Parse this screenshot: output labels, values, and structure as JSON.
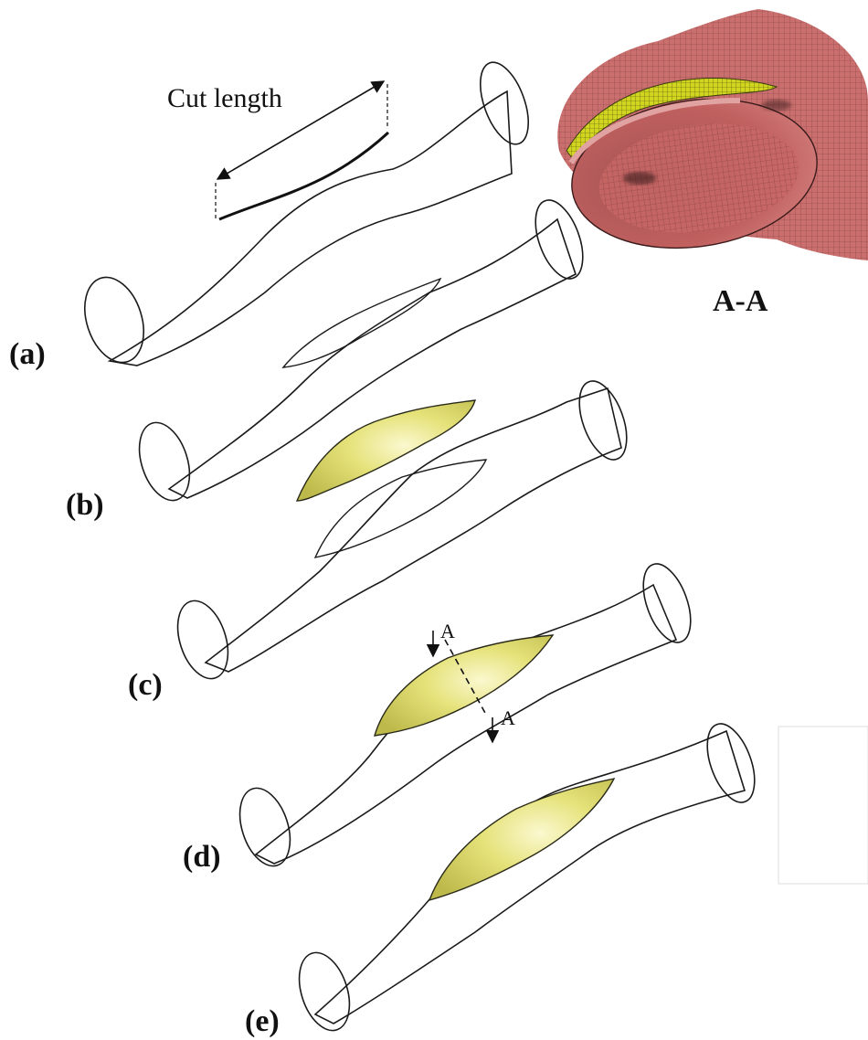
{
  "figure": {
    "cut_length_label": "Cut length",
    "section_marker": "A",
    "section_title": "A-A",
    "panels": [
      {
        "id": "a",
        "label": "(a)"
      },
      {
        "id": "b",
        "label": "(b)"
      },
      {
        "id": "c",
        "label": "(c)"
      },
      {
        "id": "d",
        "label": "(d)"
      },
      {
        "id": "e",
        "label": "(e)"
      }
    ]
  },
  "colors": {
    "vessel": "#d9706e",
    "vessel_dark": "#b5504f",
    "plaque": "#e9e57a",
    "mesh_yellow": "#cfd11e",
    "outline": "#1a1a1a"
  }
}
